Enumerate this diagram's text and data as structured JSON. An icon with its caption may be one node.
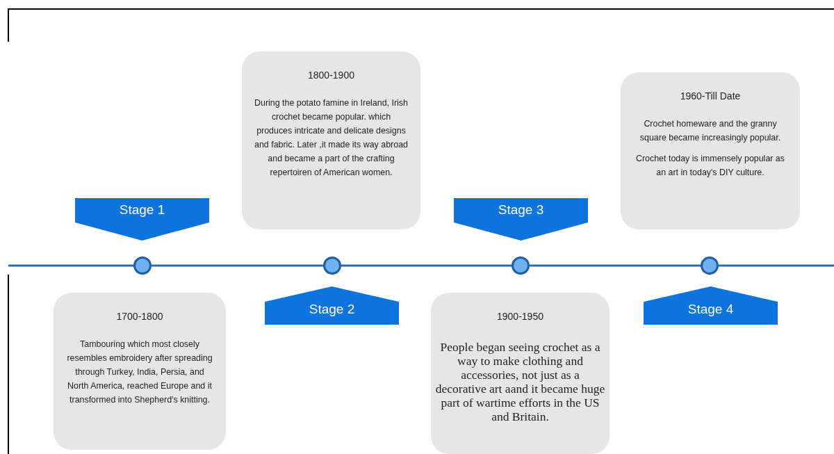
{
  "diagram": {
    "nodes": [
      {
        "text": [
          "Stage 1"
        ]
      },
      {
        "text": [
          "1700-1800",
          "Tambouring which most closely resembles embroidery after spreading through Turkey, India, Persia, and North America, reached Europe and it transformed into Shepherd's knitting."
        ]
      },
      {
        "text": [],
        "shape": "circle"
      },
      {
        "text": [
          "Stage 2"
        ]
      },
      {
        "text": [
          "1800-1900",
          "During the potato famine in Ireland, Irish crochet became popular. which produces intricate and delicate designs and fabric. Later ,it made its way abroad and became a part of the crafting repertoiren of American women."
        ]
      },
      {
        "text": [],
        "shape": "circle"
      },
      {
        "text": [
          "Stage 3"
        ]
      },
      {
        "text": [
          "1900-1950",
          "People began seeing crochet as a way to make clothing and accessories, not just as a decorative art aand it became huge part of wartime efforts in the US and Britain."
        ]
      },
      {
        "text": [],
        "shape": "circle"
      },
      {
        "text": [
          "Stage 4"
        ]
      },
      {
        "text": [
          "1960-Till Date",
          "Crochet homeware and the granny square became increasingly popular.",
          "Crochet today is immensely popular as an art in today's DIY culture."
        ]
      },
      {
        "text": [],
        "shape": "circle"
      }
    ],
    "edges": [
      {
        "from": null,
        "to": 2,
        "arrow": "none"
      },
      {
        "from": 2,
        "to": 5,
        "arrow": "none"
      },
      {
        "from": 5,
        "to": 8,
        "arrow": "none"
      },
      {
        "from": 8,
        "to": 11,
        "arrow": "none"
      },
      {
        "from": 11,
        "to": null,
        "arrow": "none"
      }
    ]
  }
}
